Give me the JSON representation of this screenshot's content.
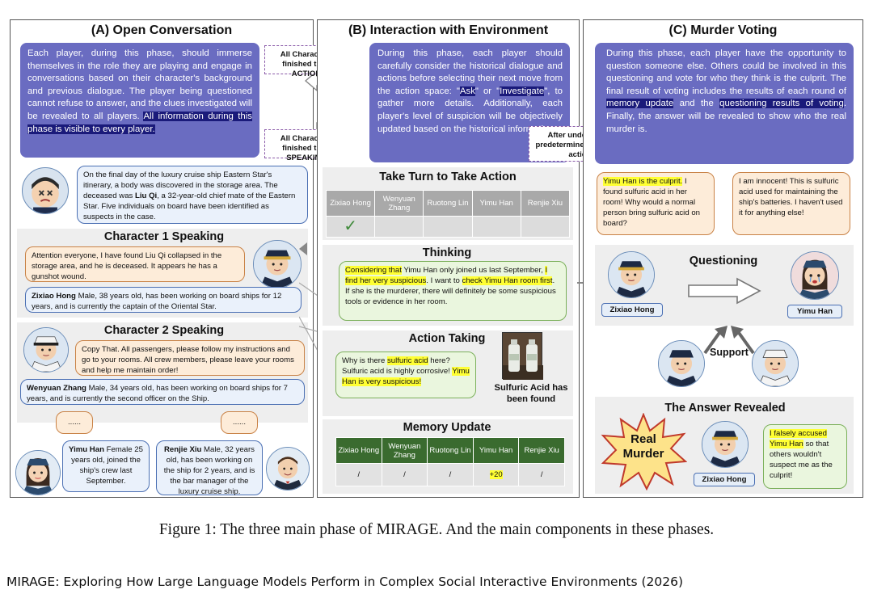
{
  "panel_a": {
    "title": "(A) Open Conversation",
    "intro_before": "Each player, during this phase, should immerse themselves in the role they are playing and engage in conversations based on their character's background and previous dialogue. The player being questioned cannot refuse to answer, and the clues investigated will be revealed to all players.",
    "intro_highlight": "All information during this phase is visible to every player.",
    "scene_text_1": "On the final day of the luxury cruise ship Eastern Star's itinerary, a body was discovered in the storage area. The deceased was",
    "scene_name": "Liu Qi",
    "scene_text_2": ", a 32-year-old chief mate of the Eastern Star. Five individuals on board have been identified as suspects in the case.",
    "char1_title": "Character 1 Speaking",
    "char1_speech": "Attention everyone, I have found Liu Qi collapsed in the storage area, and he is deceased. It appears he has a gunshot wound.",
    "char1_name": "Zixiao Hong",
    "char1_bio": " Male, 38 years old, has been working on board ships for 12 years, and is currently the captain of the Oriental Star.",
    "char2_title": "Character 2 Speaking",
    "char2_speech": "Copy That. All passengers, please follow my instructions and go to your rooms. All crew members, please leave your rooms and help me maintain order!",
    "char2_name": "Wenyuan Zhang",
    "char2_bio": " Male, 34    years old, has been working on board ships for 7 years, and is currently the second officer on the Ship.",
    "ellipsis_left": "......",
    "ellipsis_right": "......",
    "yimu_name": "Yimu Han",
    "yimu_bio": " Female 25 years old, joined the ship's crew last September.",
    "renjie_name": "Renjie Xiu",
    "renjie_bio": " Male, 32 years old, has been working on the ship for 2 years, and is the bar manager of the luxury cruise ship."
  },
  "notes": {
    "top": "All Characters finished their ACTION",
    "bottom": "All Characters finished their SPEAKING",
    "right": "After undergoing a predetermined number of actions"
  },
  "panel_b": {
    "title": "(B) Interaction with Environment",
    "intro_1": "During this phase, each player should carefully consider the historical dialogue and actions before selecting their next move from the action space: \"",
    "intro_ask": "Ask",
    "intro_2": "\" or \"",
    "intro_investigate": "Investigate",
    "intro_3": "\", to gather more details. Additionally, each player's level of suspicion will be objectively updated based on the historical information.",
    "turn_title": "Take Turn to Take Action",
    "players": [
      "Zixiao Hong",
      "Wenyuan Zhang",
      "Ruotong Lin",
      "Yimu Han",
      "Renjie Xiu"
    ],
    "turn_mark": "✓",
    "thinking_title": "Thinking",
    "thinking_hl1": "Considering that",
    "thinking_t1": " Yimu Han only joined us last September, ",
    "thinking_hl2": "I find her very suspicious",
    "thinking_t2": ". I want to ",
    "thinking_hl3": "check Yimu Han room first",
    "thinking_t3": ". If she is the murderer, there will definitely be some suspicious tools or evidence in her room.",
    "action_title": "Action Taking",
    "action_t1": "Why is there ",
    "action_hl1": "sulfuric acid",
    "action_t2": " here? Sulfuric acid is highly corrosive! ",
    "action_hl2": "Yimu Han is very suspicious!",
    "found_caption": "Sulfuric Acid has been found",
    "memory_title": "Memory Update",
    "memory_values": [
      "/",
      "/",
      "/",
      "+20",
      "/"
    ]
  },
  "panel_c": {
    "title": "(C) Murder Voting",
    "intro_1": "During this phase, each player have the opportunity to question someone else. Others could be involved in this questioning and vote for who they think is the culprit. The final result of voting includes the results of each round of ",
    "intro_hl1": "memory update",
    "intro_2": " and the ",
    "intro_hl2": "questioning results of voting",
    "intro_3": ". Finally, the answer will be revealed to show who the real murder is.",
    "accuse_hl": "Yimu Han is the culprit.",
    "accuse_text": " I found sulfuric acid in her room! Why would a normal person bring sulfuric acid on board?",
    "defend_text": "I am innocent! This is sulfuric acid used for maintaining the ship's batteries. I haven't used it for anything else!",
    "questioning_label": "Questioning",
    "asker_name": "Zixiao Hong",
    "target_name": "Yimu Han",
    "support_label": "Support",
    "answer_title": "The Answer Revealed",
    "burst_text": "Real Murder",
    "confess_hl1": "I falsely accused Yimu Han",
    "confess_text": " so that others wouldn't suspect me as the culprit!",
    "culprit_name": "Zixiao Hong"
  },
  "caption": "Figure 1: The three main phase of MIRAGE. And the main components in these phases.",
  "source": "MIRAGE: Exploring How Large Language Models Perform in Complex Social Interactive Environments (2026)"
}
